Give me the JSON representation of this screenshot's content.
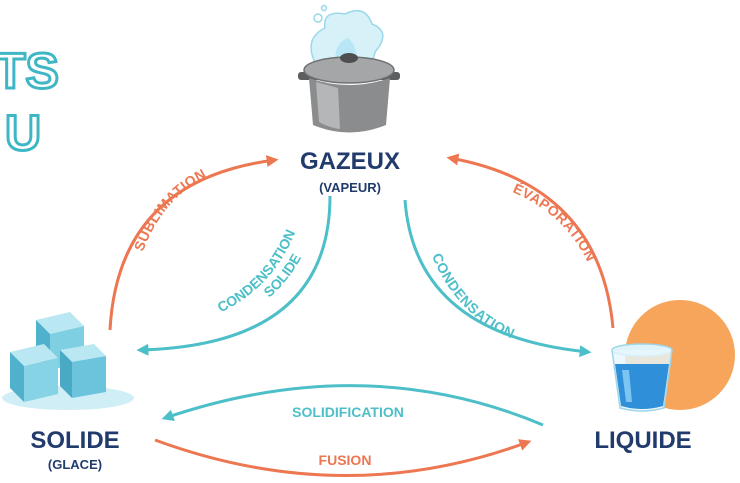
{
  "title_fragment": {
    "line1": "TS",
    "line2": "U"
  },
  "states": {
    "gas": {
      "label": "GAZEUX",
      "sublabel": "(VAPEUR)"
    },
    "solid": {
      "label": "SOLIDE",
      "sublabel": "(GLACE)"
    },
    "liquid": {
      "label": "LIQUIDE"
    }
  },
  "transitions": {
    "sublimation": {
      "label": "SUBLIMATION"
    },
    "condensation_solide": {
      "line1": "CONDENSATION",
      "line2": "SOLIDE"
    },
    "evaporation": {
      "label": "ÉVAPORATION"
    },
    "condensation": {
      "label": "CONDENSATION"
    },
    "solidification": {
      "label": "SOLIDIFICATION"
    },
    "fusion": {
      "label": "FUSION"
    }
  },
  "colors": {
    "orange_arrow": "#ec7751",
    "teal_arrow": "#4dbfc8",
    "label_dark": "#223b6d",
    "sun": "#f6a55b",
    "ice": "#6fc6dc",
    "pot": "#7f8182",
    "water": "#2f8fd9"
  },
  "icons": [
    "steaming-pot-icon",
    "ice-cubes-icon",
    "water-glass-icon",
    "sun-circle-icon"
  ]
}
